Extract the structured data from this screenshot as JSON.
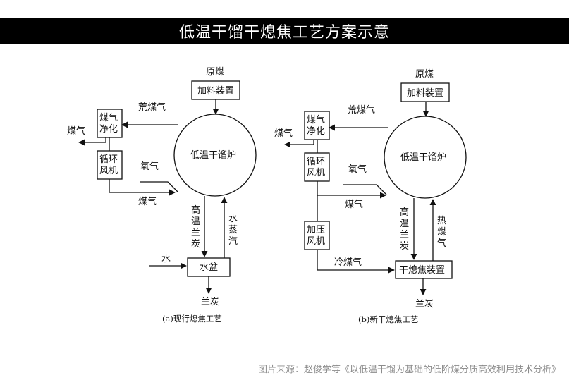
{
  "title": "低温干馏干熄焦工艺方案示意",
  "source": "图片来源：赵俊学等《以低温干馏为基础的低阶煤分质高效利用技术分析》",
  "diagram_a": {
    "caption": "(a)现行熄焦工艺",
    "raw_coal": "原煤",
    "feeder": "加料装置",
    "furnace": "低温干馏炉",
    "raw_gas": "荒煤气",
    "purify": "煤气净化",
    "gas_out": "煤气",
    "fan": "循环风机",
    "oxygen": "氧气",
    "gas_return": "煤气",
    "hot_char": "高温兰炭",
    "steam": "水蒸汽",
    "water": "水",
    "basin": "水盆",
    "char_out": "兰炭"
  },
  "diagram_b": {
    "caption": "(b)新干熄焦工艺",
    "raw_coal": "原煤",
    "feeder": "加料装置",
    "furnace": "低温干馏炉",
    "raw_gas": "荒煤气",
    "purify": "煤气净化",
    "gas_out": "煤气",
    "fan": "循环风机",
    "oxygen": "氧气",
    "gas_return": "煤气",
    "booster": "加压风机",
    "hot_char": "高温兰炭",
    "hot_gas": "热煤气",
    "cold_gas": "冷煤气",
    "quench": "干熄焦装置",
    "char_out": "兰炭"
  }
}
